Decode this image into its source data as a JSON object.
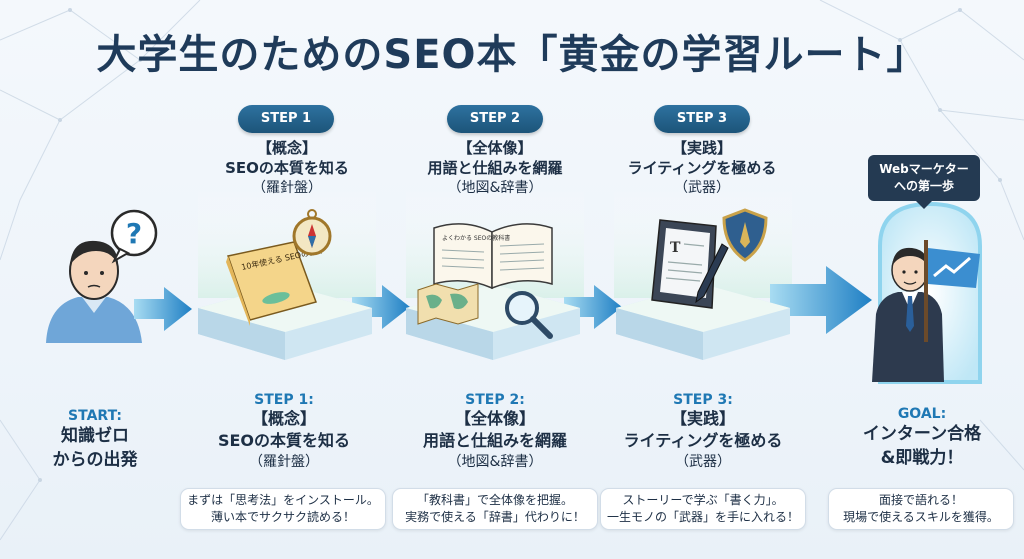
{
  "title": "大学生のためのSEO本「黄金の学習ルート」",
  "start": {
    "head": "START:",
    "line1": "知識ゼロ",
    "line2": "からの出発"
  },
  "steps": [
    {
      "pill": "STEP 1",
      "top": {
        "line1": "【概念】",
        "line2": "SEOの本質を知る",
        "line3": "（羅針盤）"
      },
      "book_text": "10年使える SEOの基本",
      "bottom": {
        "head": "STEP 1:",
        "line1": "【概念】",
        "line2": "SEOの本質を知る",
        "line3": "（羅針盤）"
      },
      "note": {
        "line1": "まずは「思考法」をインストール。",
        "line2": "薄い本でサクサク読める！"
      }
    },
    {
      "pill": "STEP 2",
      "top": {
        "line1": "【全体像】",
        "line2": "用語と仕組みを網羅",
        "line3": "（地図&辞書）"
      },
      "book_text": "よくわかる SEOの教科書",
      "bottom": {
        "head": "STEP 2:",
        "line1": "【全体像】",
        "line2": "用語と仕組みを網羅",
        "line3": "（地図&辞書）"
      },
      "note": {
        "line1": "「教科書」で全体像を把握。",
        "line2": "実務で使える「辞書」代わりに！"
      }
    },
    {
      "pill": "STEP 3",
      "top": {
        "line1": "【実践】",
        "line2": "ライティングを極める",
        "line3": "（武器）"
      },
      "bottom": {
        "head": "STEP 3:",
        "line1": "【実践】",
        "line2": "ライティングを極める",
        "line3": "（武器）"
      },
      "note": {
        "line1": "ストーリーで学ぶ「書く力」。",
        "line2": "一生モノの「武器」を手に入れる！"
      }
    }
  ],
  "goal": {
    "bubble_line1": "Webマーケター",
    "bubble_line2": "への第一歩",
    "head": "GOAL:",
    "line1": "インターン合格",
    "line2": "&即戦力！",
    "note_line1": "面接で語れる！",
    "note_line2": "現場で使えるスキルを獲得。"
  },
  "question_mark": "?",
  "colors": {
    "accent": "#1f78b4",
    "title": "#1f3b5a",
    "arrow": "#2f8fd0",
    "platform": "#e8f6f0"
  },
  "icons": [
    "person-icon",
    "question-icon",
    "book-icon",
    "compass-icon",
    "map-icon",
    "magnifier-icon",
    "tablet-icon",
    "pen-icon",
    "shield-icon",
    "flag-icon",
    "businessman-icon",
    "door-icon"
  ]
}
